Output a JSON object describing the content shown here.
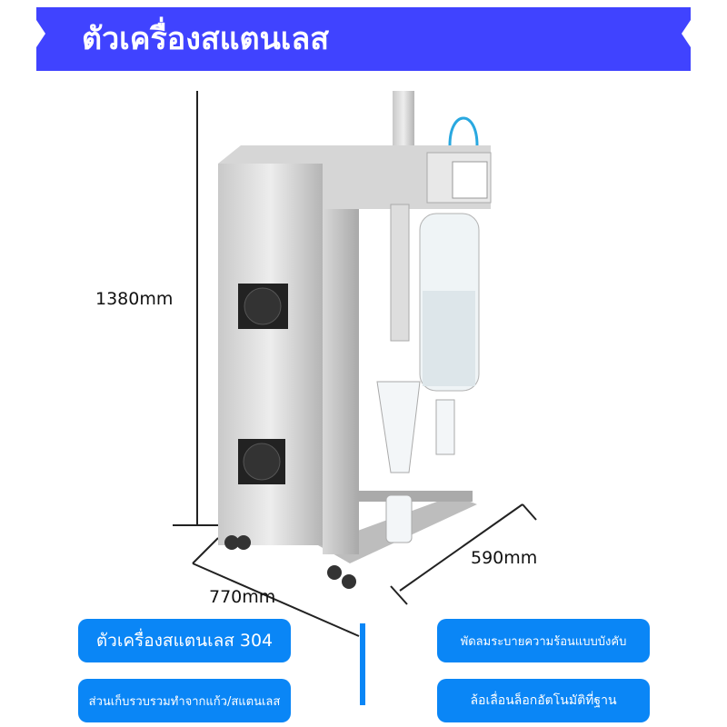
{
  "header": {
    "title": "ตัวเครื่องสแตนเลส",
    "color": "#4043FF"
  },
  "dimensions": {
    "height": "1380mm",
    "width": "770mm",
    "depth": "590mm"
  },
  "features": [
    {
      "label": "ตัวเครื่องสแตนเลส 304"
    },
    {
      "label": "พัดลมระบายความร้อนแบบบังคับ"
    },
    {
      "label": "ส่วนเก็บรวบรวมทำจากแก้ว/สแตนเลส"
    },
    {
      "label": "ล้อเลื่อนล็อกอัตโนมัติที่ฐาน"
    }
  ],
  "accent_color": "#0A86F6"
}
